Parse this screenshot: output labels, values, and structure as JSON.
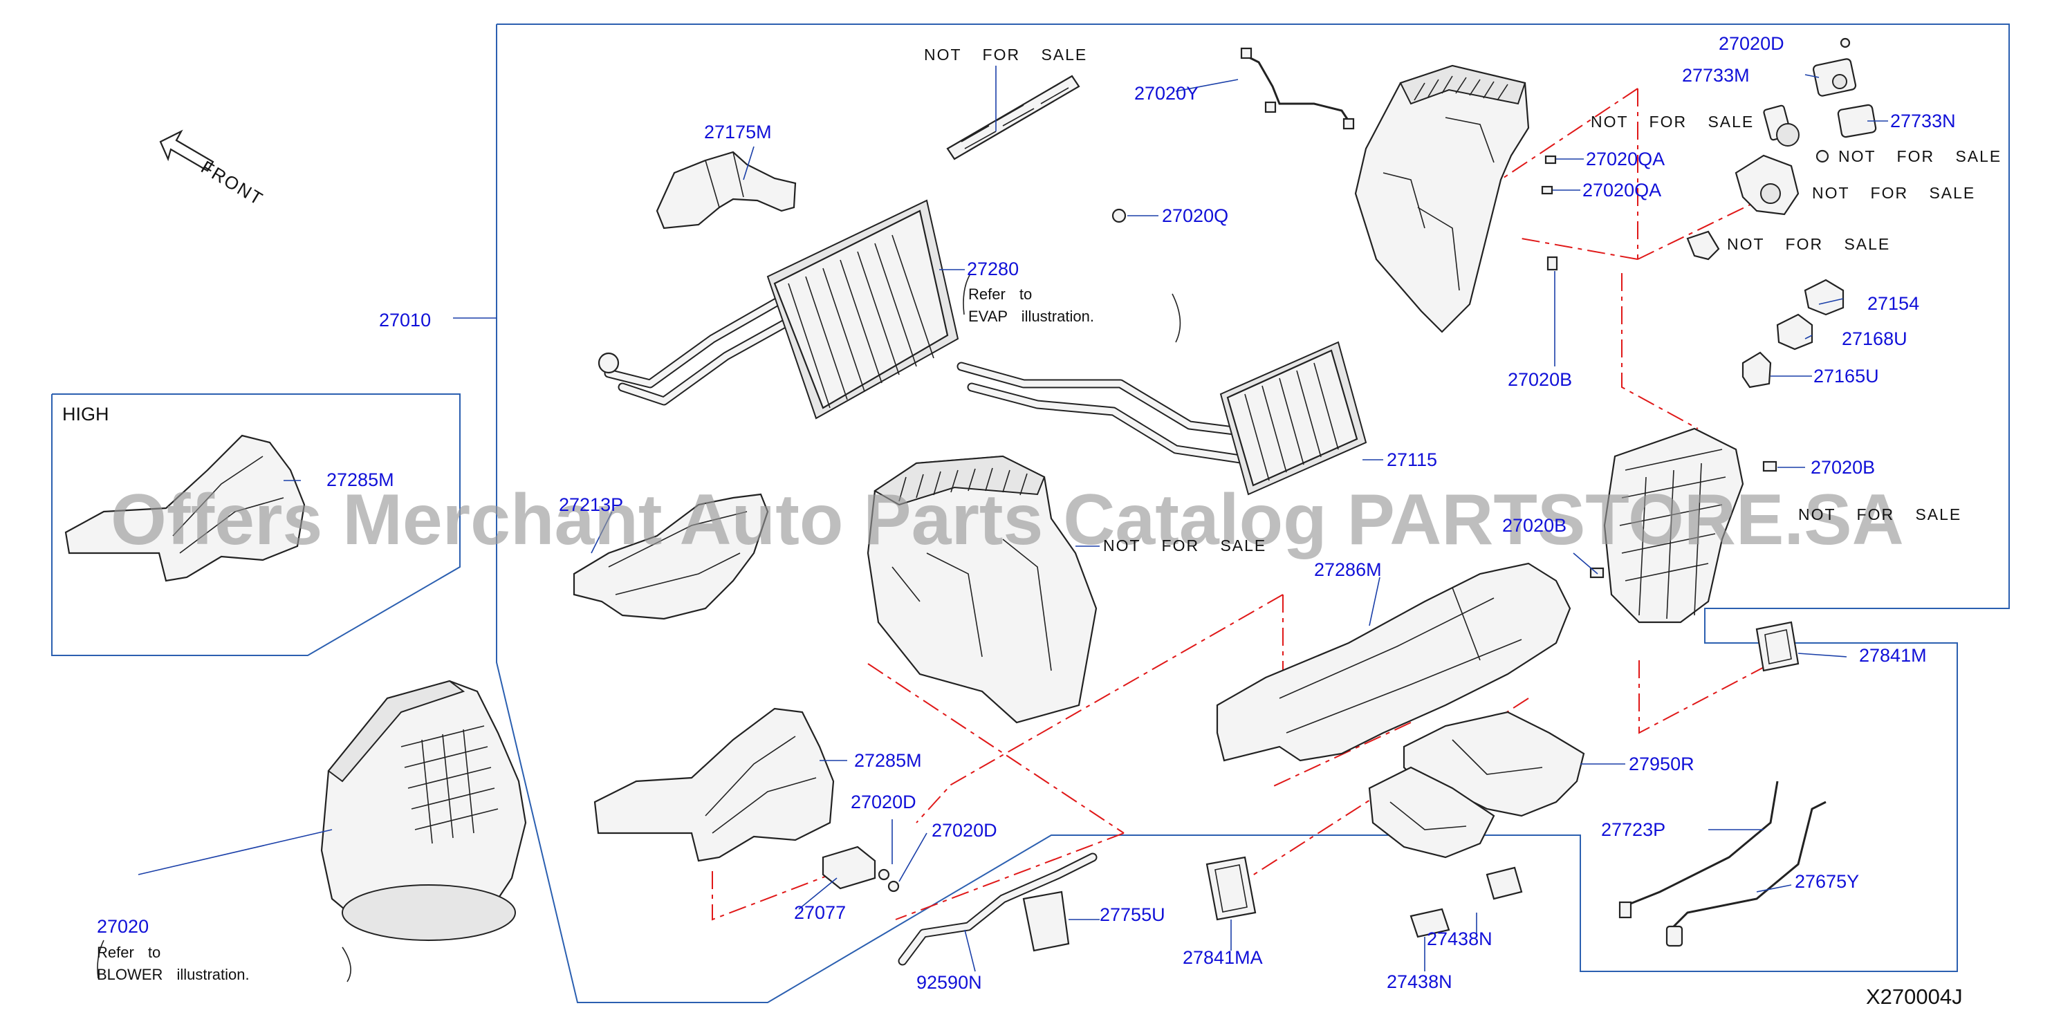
{
  "diagram": {
    "code": "X270004J",
    "direction_label": "FRONT",
    "inset_title": "HIGH",
    "watermark": "Offers Merchant Auto Parts Catalog PARTSTORE.SA",
    "not_for_sale": "NOT FOR SALE",
    "notes": {
      "evap": [
        "Refer to",
        "EVAP illustration."
      ],
      "blower": [
        "Refer to",
        "BLOWER illustration."
      ]
    },
    "parts": {
      "p27010": "27010",
      "p27175M": "27175M",
      "p27280": "27280",
      "p27020Y": "27020Y",
      "p27020Q": "27020Q",
      "p27020D_top": "27020D",
      "p27733M": "27733M",
      "p27733N": "27733N",
      "p27020QA_1": "27020QA",
      "p27020QA_2": "27020QA",
      "p27154": "27154",
      "p27168U": "27168U",
      "p27165U": "27165U",
      "p27020B_1": "27020B",
      "p27020B_2": "27020B",
      "p27020B_3": "27020B",
      "p27115": "27115",
      "p27285M_high": "27285M",
      "p27213P": "27213P",
      "p27286M": "27286M",
      "p27841M": "27841M",
      "p27285M": "27285M",
      "p27950R": "27950R",
      "p27020D_1": "27020D",
      "p27020D_2": "27020D",
      "p27723P": "27723P",
      "p27020": "27020",
      "p27077": "27077",
      "p27755U": "27755U",
      "p27675Y": "27675Y",
      "p27841MA": "27841MA",
      "p27438N_1": "27438N",
      "p27438N_2": "27438N",
      "p92590N": "92590N"
    }
  }
}
